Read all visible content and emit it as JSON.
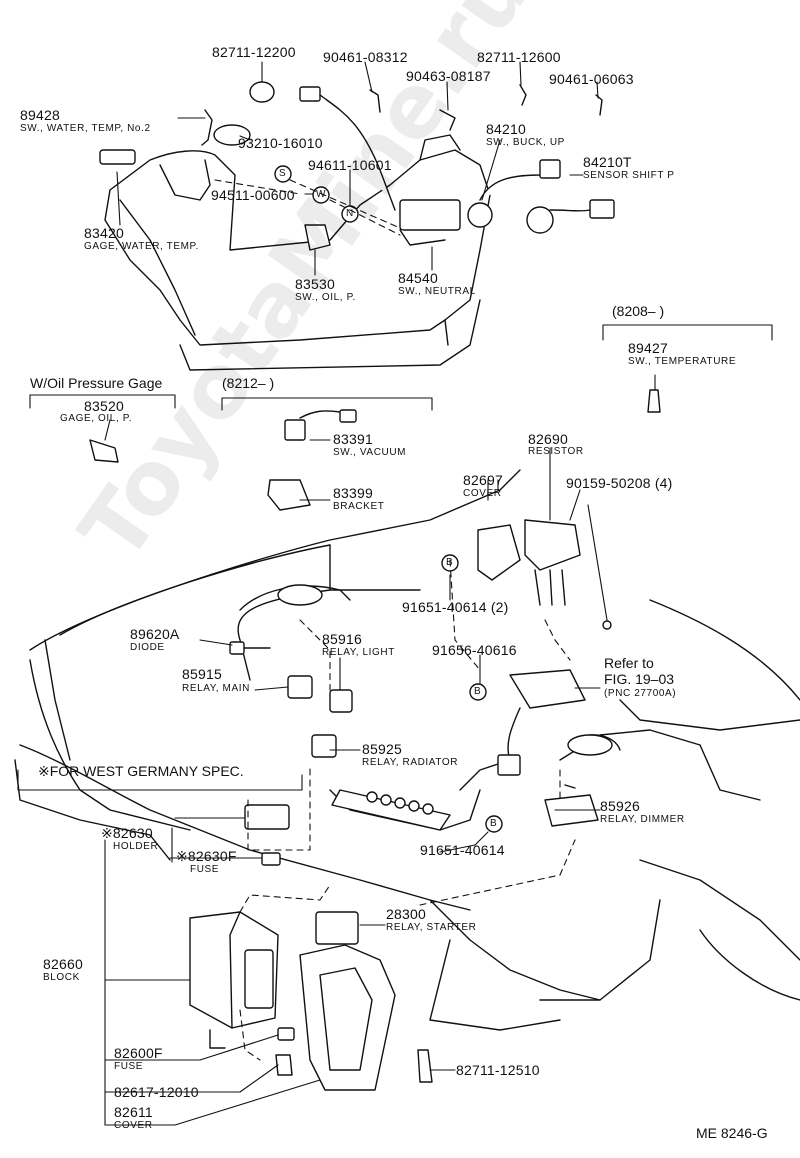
{
  "watermark": "ToyotaMine.ru",
  "footer": "ME 8246-G",
  "headers": {
    "oil_gage": "W/Oil Pressure Gage",
    "from_8212": "(8212–         )",
    "from_8208": "(8208–         )",
    "west_germany": "※FOR WEST GERMANY SPEC."
  },
  "refer": {
    "line1": "Refer to",
    "line2": "FIG. 19–03",
    "line3": "(PNC 27700A)"
  },
  "callouts": {
    "S": "S",
    "W": "W",
    "N": "N",
    "B1": "B",
    "B2": "B",
    "B3": "B"
  },
  "parts": [
    {
      "number": "82711-12200",
      "desc": ""
    },
    {
      "number": "90461-08312",
      "desc": ""
    },
    {
      "number": "82711-12600",
      "desc": ""
    },
    {
      "number": "90463-08187",
      "desc": ""
    },
    {
      "number": "90461-06063",
      "desc": ""
    },
    {
      "number": "89428",
      "desc": "SW., WATER, TEMP, No.2"
    },
    {
      "number": "93210-16010",
      "desc": ""
    },
    {
      "number": "84210",
      "desc": "SW., BUCK, UP"
    },
    {
      "number": "94611-10601",
      "desc": ""
    },
    {
      "number": "84210T",
      "desc": "SENSOR SHIFT P"
    },
    {
      "number": "94511-00600",
      "desc": ""
    },
    {
      "number": "83420",
      "desc": "GAGE, WATER, TEMP."
    },
    {
      "number": "83530",
      "desc": "SW., OIL, P."
    },
    {
      "number": "84540",
      "desc": "SW., NEUTRAL"
    },
    {
      "number": "89427",
      "desc": "SW., TEMPERATURE"
    },
    {
      "number": "83520",
      "desc": "GAGE, OIL, P."
    },
    {
      "number": "83391",
      "desc": "SW., VACUUM"
    },
    {
      "number": "83399",
      "desc": "BRACKET"
    },
    {
      "number": "82690",
      "desc": "RESISTOR"
    },
    {
      "number": "82697",
      "desc": "COVER"
    },
    {
      "number": "90159-50208 (4)",
      "desc": ""
    },
    {
      "number": "91651-40614 (2)",
      "desc": ""
    },
    {
      "number": "89620A",
      "desc": "DIODE"
    },
    {
      "number": "85916",
      "desc": "RELAY, LIGHT"
    },
    {
      "number": "85915",
      "desc": "RELAY, MAIN"
    },
    {
      "number": "91656-40616",
      "desc": ""
    },
    {
      "number": "85925",
      "desc": "RELAY, RADIATOR"
    },
    {
      "number": "85926",
      "desc": "RELAY, DIMMER"
    },
    {
      "number": "※82630",
      "desc": "HOLDER"
    },
    {
      "number": "※82630F",
      "desc": "FUSE"
    },
    {
      "number": "91651-40614",
      "desc": ""
    },
    {
      "number": "28300",
      "desc": "RELAY, STARTER"
    },
    {
      "number": "82660",
      "desc": "BLOCK"
    },
    {
      "number": "82600F",
      "desc": "FUSE"
    },
    {
      "number": "82711-12510",
      "desc": ""
    },
    {
      "number": "82617-12010",
      "desc": ""
    },
    {
      "number": "82611",
      "desc": "COVER"
    }
  ]
}
